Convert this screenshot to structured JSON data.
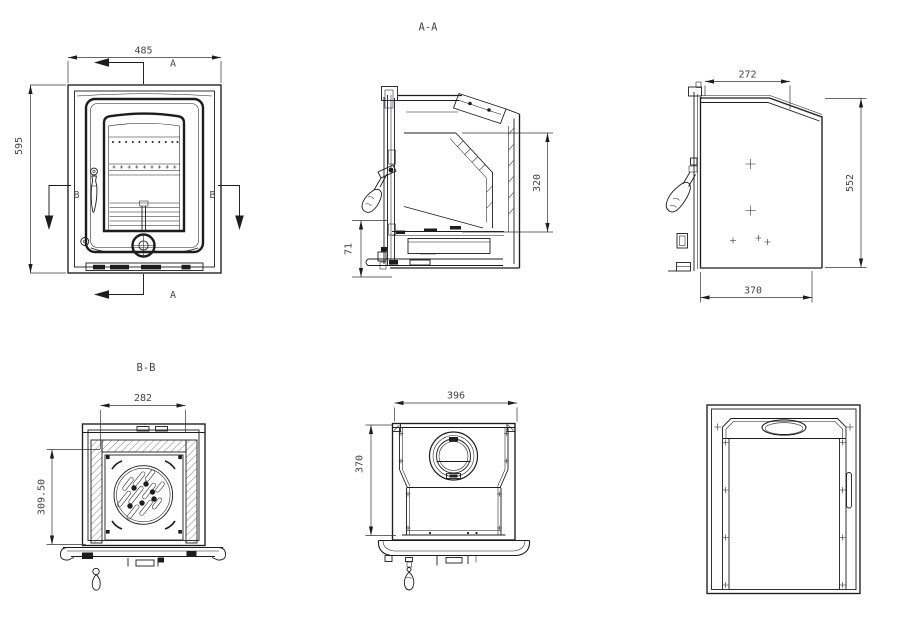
{
  "colors": {
    "background": "#ffffff",
    "line": "#1d1d1f",
    "dim_text": "#42464b"
  },
  "views": {
    "front": {
      "dim_width": "485",
      "dim_height": "595",
      "section_a_top": "A",
      "section_a_bottom": "A",
      "section_b_left": "B",
      "section_b_right": "B"
    },
    "section_aa": {
      "title": "A-A",
      "dim_inner_height": "320",
      "dim_base_height": "71"
    },
    "side": {
      "dim_top_depth": "272",
      "dim_height": "552",
      "dim_bottom_depth": "370"
    },
    "section_bb": {
      "title": "B-B",
      "dim_inner_width": "282",
      "dim_inner_depth": "309.50"
    },
    "top": {
      "dim_width": "396",
      "dim_depth": "370"
    },
    "rear": {}
  }
}
